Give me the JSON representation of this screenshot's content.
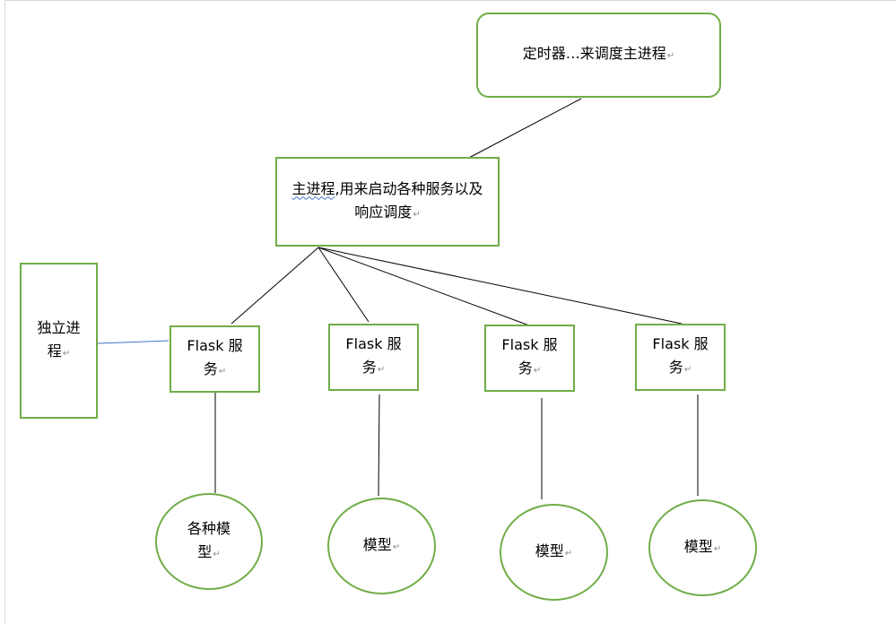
{
  "diagram": {
    "timer": {
      "text": "定时器…来调度主进程",
      "mark": "↵"
    },
    "main_process": {
      "text_part1": "主进程",
      "text_part2": ",用来启动各种服务以及响应调度",
      "mark": "↵"
    },
    "independent": {
      "text": "独立进程",
      "mark": "↵"
    },
    "flask_services": [
      {
        "text": "Flask 服务",
        "mark": "↵"
      },
      {
        "text": "Flask 服务",
        "mark": "↵"
      },
      {
        "text": "Flask 服务",
        "mark": "↵"
      },
      {
        "text": "Flask 服务",
        "mark": "↵"
      }
    ],
    "models": [
      {
        "text": "各种模型",
        "mark": "↵"
      },
      {
        "text": "模型",
        "mark": "↵"
      },
      {
        "text": "模型",
        "mark": "↵"
      },
      {
        "text": "模型",
        "mark": "↵"
      }
    ],
    "colors": {
      "node_border": "#70ad47",
      "edge": "#000000",
      "dashed_link": "#4472c4"
    }
  }
}
